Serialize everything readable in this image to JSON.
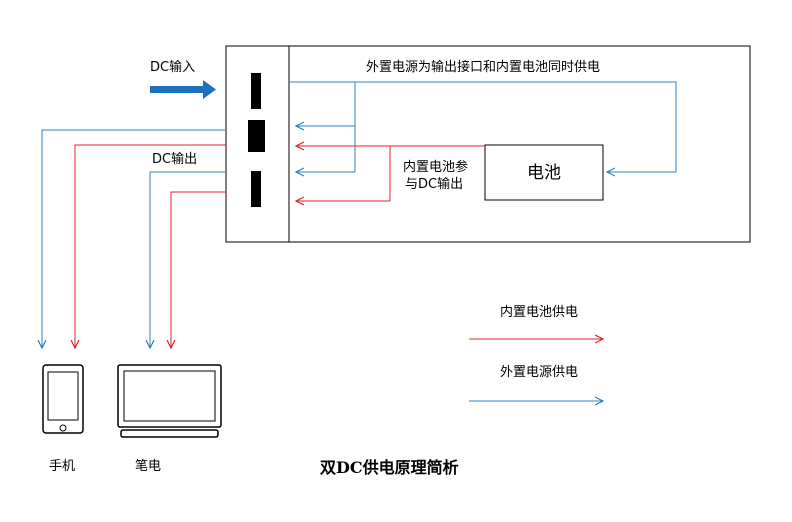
{
  "labels": {
    "dc_input": "DC输入",
    "dc_output": "DC输出",
    "top_note": "外置电源为输出接口和内置电池同时供电",
    "battery_note_line1": "内置电池参",
    "battery_note_line2": "与DC输出",
    "battery": "电池",
    "phone": "手机",
    "laptop": "笔电",
    "title": "双DC供电原理简析"
  },
  "legend": {
    "internal": "内置电池供电",
    "external": "外置电源供电"
  },
  "colors": {
    "internal": "#e8202a",
    "external": "#2f7fc1",
    "input_arrow": "#1f6fbf",
    "port": "#000000",
    "line": "#000000"
  }
}
